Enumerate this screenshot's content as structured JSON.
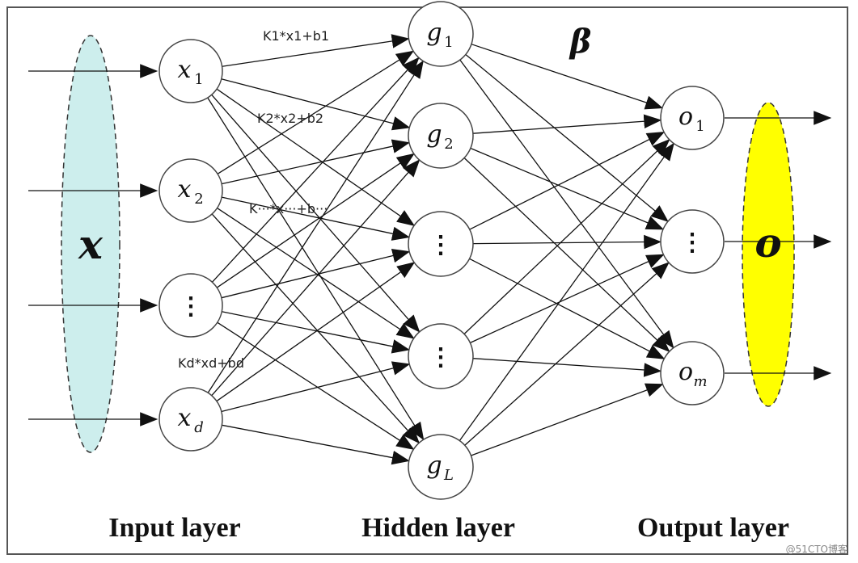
{
  "input_vector_label": "x",
  "output_vector_label": "o",
  "weights_label": "β",
  "colors": {
    "input_ellipse": "#cdeeed",
    "output_ellipse": "#ffff00",
    "edge": "#111111"
  },
  "input_nodes": [
    {
      "main": "x",
      "sub": "1"
    },
    {
      "main": "x",
      "sub": "2"
    },
    {
      "main": "⋮",
      "sub": ""
    },
    {
      "main": "x",
      "sub": "d"
    }
  ],
  "hidden_nodes": [
    {
      "main": "g",
      "sub": "1"
    },
    {
      "main": "g",
      "sub": "2"
    },
    {
      "main": "⋮",
      "sub": ""
    },
    {
      "main": "⋮",
      "sub": ""
    },
    {
      "main": "g",
      "sub": "L"
    }
  ],
  "output_nodes": [
    {
      "main": "o",
      "sub": "1"
    },
    {
      "main": "⋮",
      "sub": ""
    },
    {
      "main": "o",
      "sub": "m"
    }
  ],
  "annotations": [
    {
      "text": "K1*x1+b1"
    },
    {
      "text": "K2*x2+b2"
    },
    {
      "text": "K···*x···+b···"
    },
    {
      "text": "Kd*xd+bd"
    }
  ],
  "layer_labels": {
    "input": "Input layer",
    "hidden": "Hidden layer",
    "output": "Output layer"
  },
  "watermark": "@51CTO博客"
}
